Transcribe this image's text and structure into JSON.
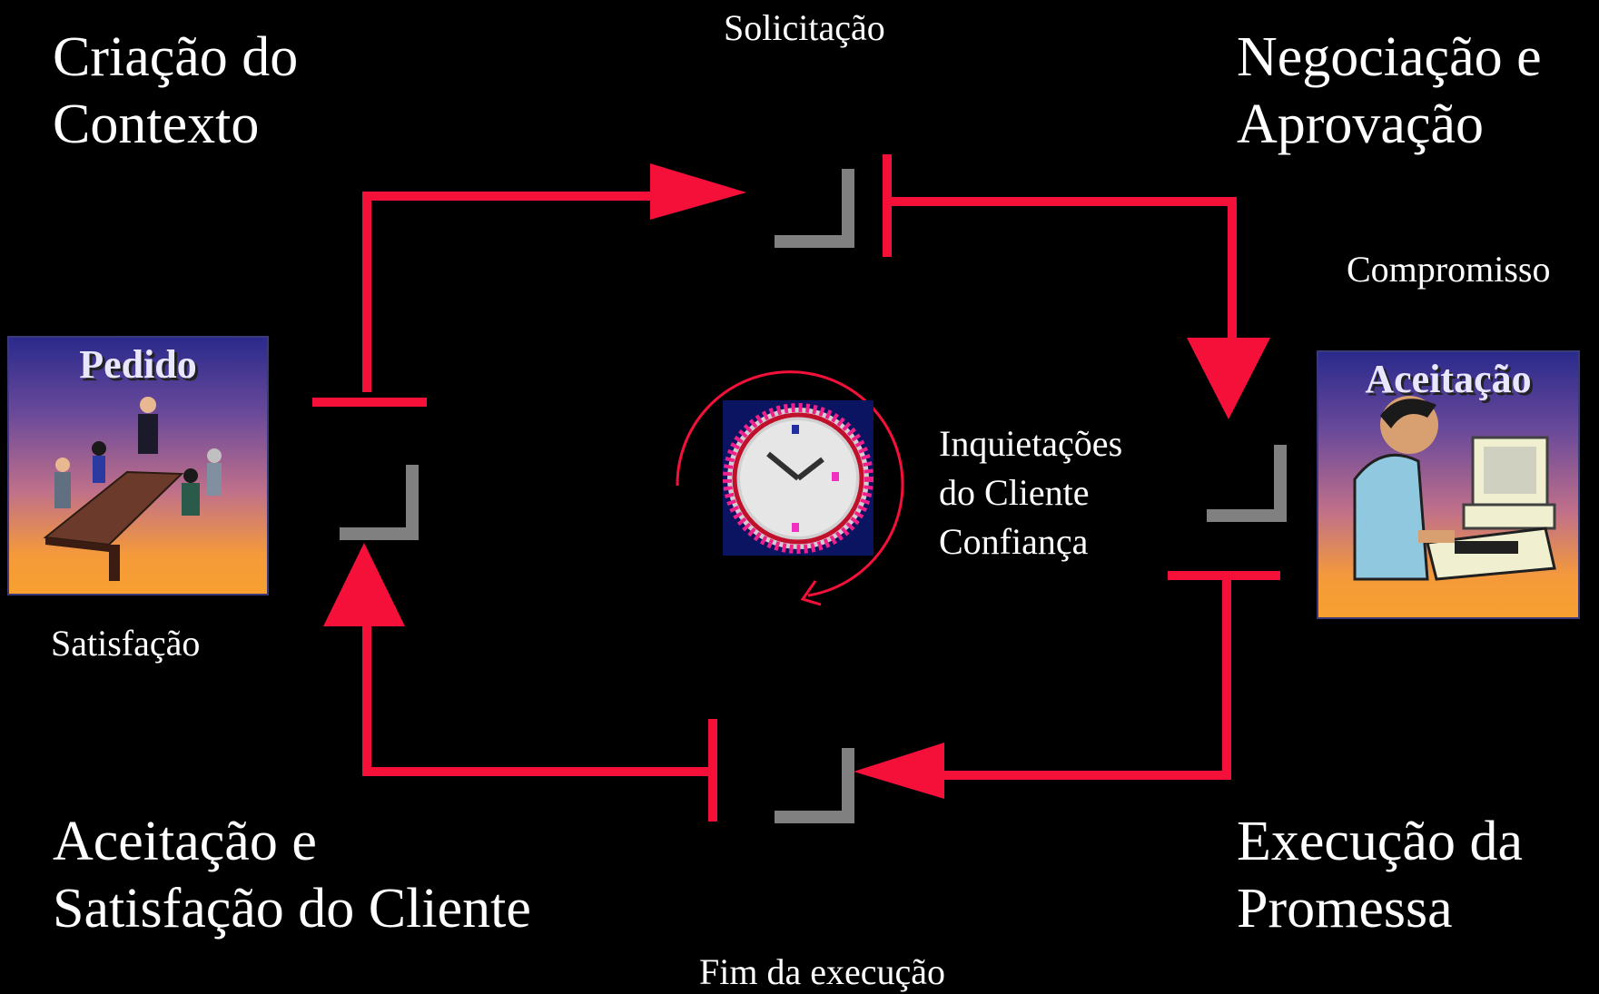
{
  "labels": {
    "contexto": [
      "Criação do",
      "Contexto"
    ],
    "negociacao": [
      "Negociação e",
      "Aprovação"
    ],
    "aceitacao_satisfacao": [
      "Aceitação e",
      "Satisfação do Cliente"
    ],
    "execucao": [
      "Execução da",
      "Promessa"
    ],
    "solicitacao": "Solicitação",
    "compromisso": "Compromisso",
    "satisfacao": "Satisfação",
    "fim_execucao": "Fim da execução",
    "centro": [
      "Inquietações",
      "do Cliente",
      "Confiança"
    ]
  },
  "cards": {
    "pedido": "Pedido",
    "aceitacao": "Aceitação"
  },
  "colors": {
    "arrow": "#f5103a",
    "corner": "#808080",
    "text": "#ffffff",
    "background": "#000000"
  },
  "icons": {
    "center": "clock-icon",
    "pedido_image": "meeting-icon",
    "aceitacao_image": "computer-user-icon"
  }
}
